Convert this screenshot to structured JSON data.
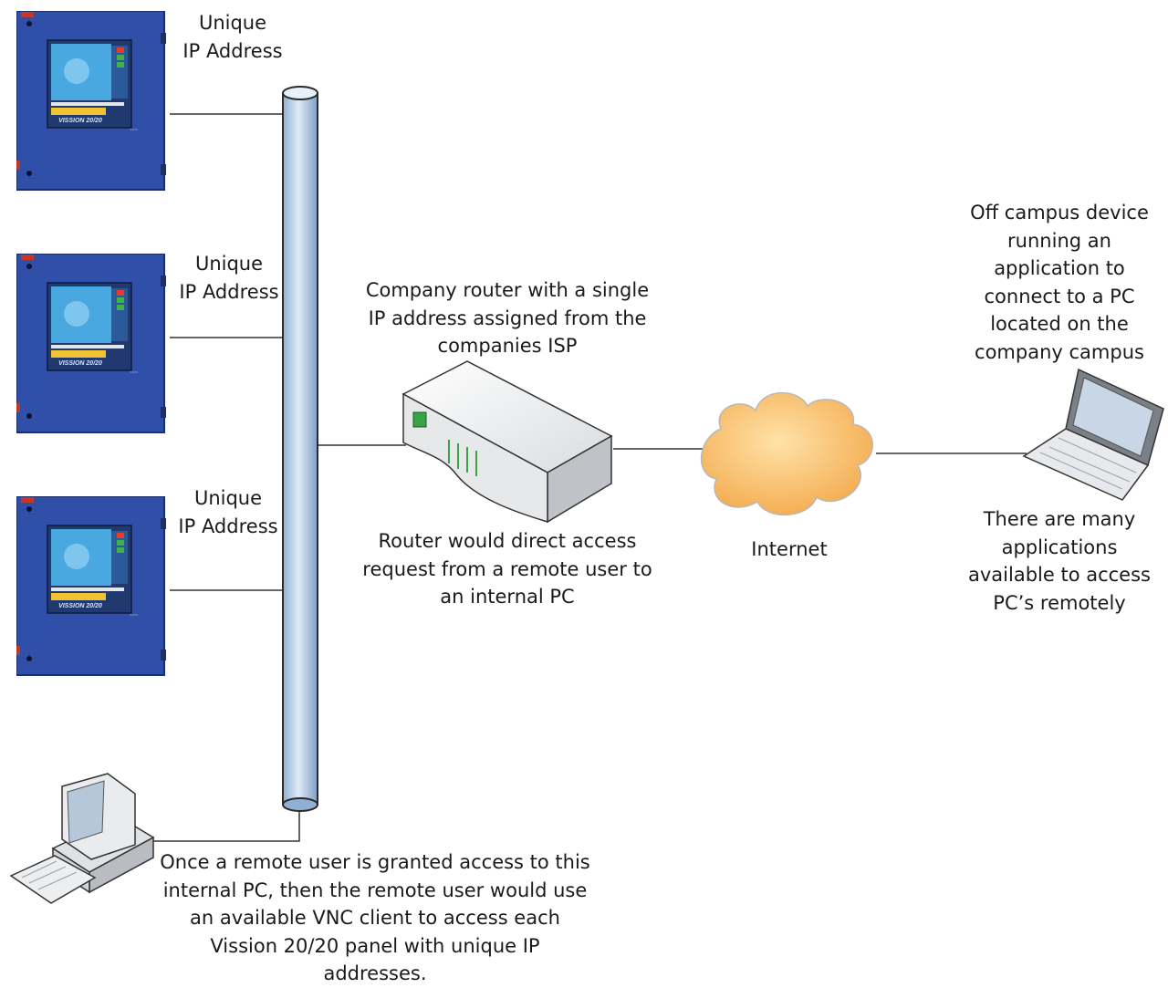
{
  "panels": [
    {
      "label_lines": [
        "Unique",
        "IP Address"
      ],
      "screen_text": "VISSION 20/20"
    },
    {
      "label_lines": [
        "Unique",
        "IP Address"
      ],
      "screen_text": "VISSION 20/20"
    },
    {
      "label_lines": [
        "Unique",
        "IP Address"
      ],
      "screen_text": "VISSION 20/20"
    }
  ],
  "router": {
    "label_lines": [
      "Company router with a single",
      "IP address assigned from the",
      "companies ISP"
    ],
    "note_lines": [
      "Router would direct access",
      "request from a remote user to",
      "an internal PC"
    ]
  },
  "cloud": {
    "label": "Internet"
  },
  "laptop": {
    "label_lines": [
      "Off campus device",
      "running an",
      "application to",
      "connect to a PC",
      "located on the",
      "company campus"
    ],
    "note_lines": [
      "There are many",
      "applications",
      "available to access",
      "PC’s remotely"
    ]
  },
  "pc": {
    "note_lines": [
      "Once a remote user is granted access to this",
      "internal PC, then the remote user would use",
      "an available VNC client  to access each",
      "Vission 20/20 panel with unique IP",
      "addresses."
    ]
  },
  "colors": {
    "panel_blue": "#2f4fa8",
    "screen_blue": "#4aa8e0",
    "pipe_blue": "#b9cfe6",
    "cloud_orange": "#f6b356",
    "line": "#333333"
  }
}
